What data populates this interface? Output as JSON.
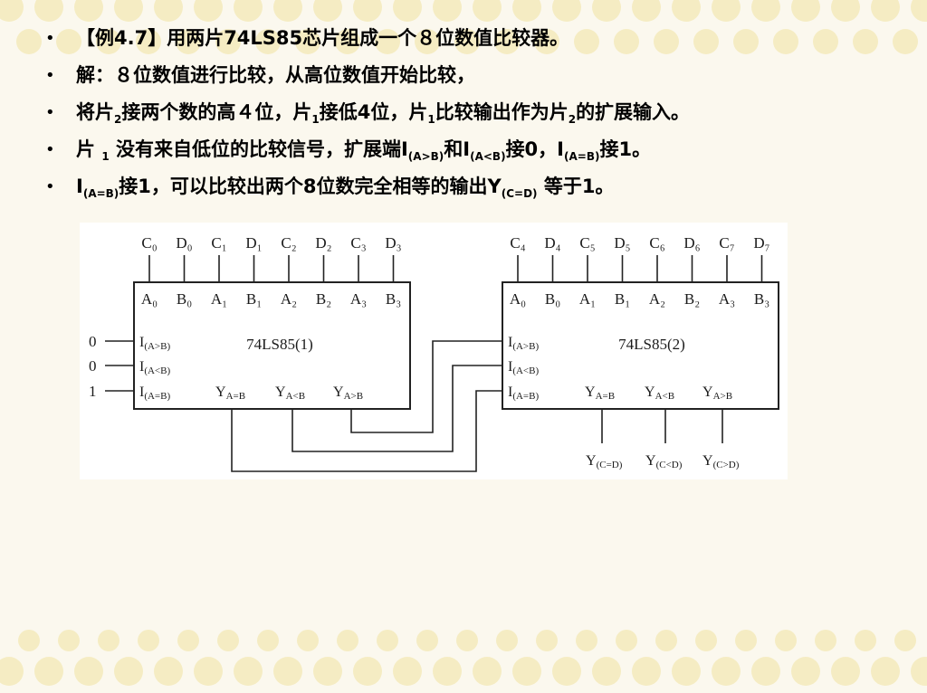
{
  "bullets": [
    {
      "segments": [
        {
          "t": "【例4.7】用两片74LS85芯片组成一个８位数值比较器。"
        }
      ]
    },
    {
      "segments": [
        {
          "t": "解：８位数值进行比较，从高位数值开始比较，"
        }
      ]
    },
    {
      "segments": [
        {
          "t": "将片"
        },
        {
          "t": "2",
          "sub": true
        },
        {
          "t": "接两个数的高４位，片"
        },
        {
          "t": "1",
          "sub": true
        },
        {
          "t": "接低4位，片"
        },
        {
          "t": "1",
          "sub": true
        },
        {
          "t": "比较输出作为片"
        },
        {
          "t": "2",
          "sub": true
        },
        {
          "t": "的扩展输入。"
        }
      ]
    },
    {
      "segments": [
        {
          "t": "片 "
        },
        {
          "t": "1",
          "sub": true
        },
        {
          "t": " 没有来自低位的比较信号，扩展端I"
        },
        {
          "t": "(A>B)",
          "sub": true
        },
        {
          "t": "和I"
        },
        {
          "t": "(A<B)",
          "sub": true
        },
        {
          "t": "接0，I"
        },
        {
          "t": "(A=B)",
          "sub": true
        },
        {
          "t": "接1。"
        }
      ]
    },
    {
      "segments": [
        {
          "t": "I"
        },
        {
          "t": "(A=B)",
          "sub": true
        },
        {
          "t": "接1，可以比较出两个8位数完全相等的输出Y"
        },
        {
          "t": "(C=D)",
          "sub": true
        },
        {
          "t": " 等于1。"
        }
      ]
    }
  ],
  "diagram": {
    "chip1": {
      "name": "74LS85(1)",
      "top_labels": [
        "C₀",
        "D₀",
        "C₁",
        "D₁",
        "C₂",
        "D₂",
        "C₃",
        "D₃"
      ],
      "pin_labels": [
        "A₀",
        "B₀",
        "A₁",
        "B₁",
        "A₂",
        "B₂",
        "A₃",
        "B₃"
      ],
      "inputs": [
        {
          "label": "I",
          "sub": "(A>B)",
          "value": "0"
        },
        {
          "label": "I",
          "sub": "(A<B)",
          "value": "0"
        },
        {
          "label": "I",
          "sub": "(A=B)",
          "value": "1"
        }
      ],
      "outputs": [
        {
          "label": "Y",
          "sub": "A=B"
        },
        {
          "label": "Y",
          "sub": "A<B"
        },
        {
          "label": "Y",
          "sub": "A>B"
        }
      ]
    },
    "chip2": {
      "name": "74LS85(2)",
      "top_labels": [
        "C₄",
        "D₄",
        "C₅",
        "D₅",
        "C₆",
        "D₆",
        "C₇",
        "D₇"
      ],
      "pin_labels": [
        "A₀",
        "B₀",
        "A₁",
        "B₁",
        "A₂",
        "B₂",
        "A₃",
        "B₃"
      ],
      "inputs": [
        {
          "label": "I",
          "sub": "(A>B)"
        },
        {
          "label": "I",
          "sub": "(A<B)"
        },
        {
          "label": "I",
          "sub": "(A=B)"
        }
      ],
      "outputs": [
        {
          "label": "Y",
          "sub": "A=B"
        },
        {
          "label": "Y",
          "sub": "A<B"
        },
        {
          "label": "Y",
          "sub": "A>B"
        }
      ],
      "final_outputs": [
        {
          "label": "Y",
          "sub": "(C=D)"
        },
        {
          "label": "Y",
          "sub": "(C<D)"
        },
        {
          "label": "Y",
          "sub": "(C>D)"
        }
      ]
    }
  },
  "colors": {
    "background": "#fbf8ee",
    "circle_decor": "#f5e9b5",
    "line": "#222222"
  }
}
